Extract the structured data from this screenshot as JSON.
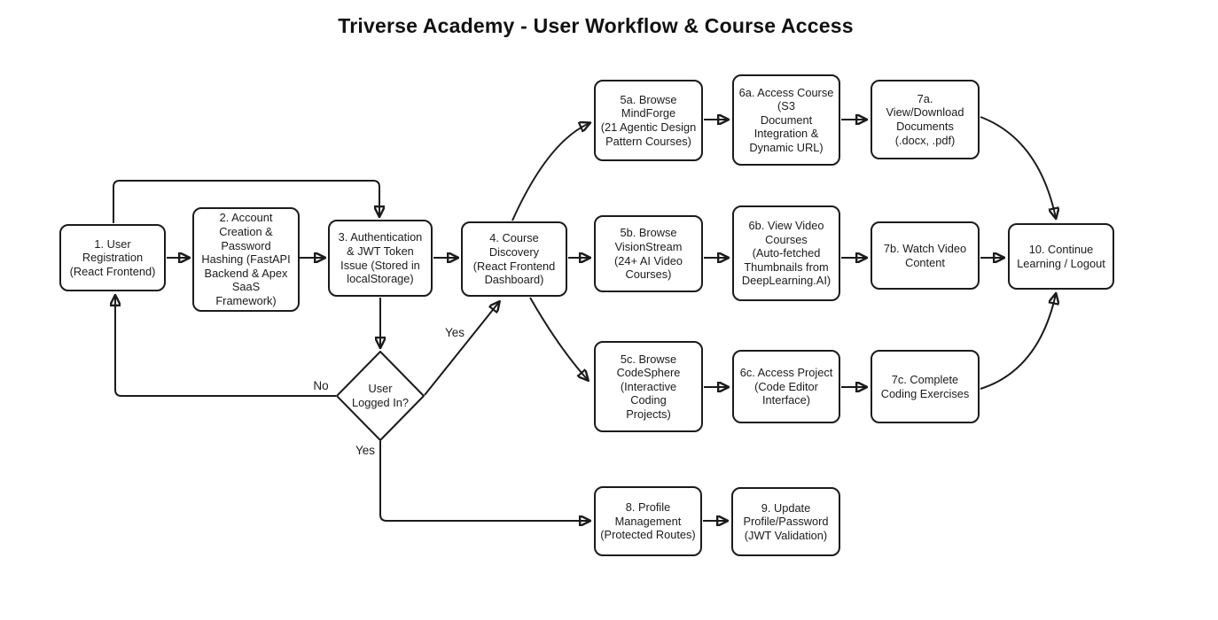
{
  "title": "Triverse Academy - User Workflow & Course Access",
  "diagram": {
    "type": "flowchart",
    "nodes": {
      "n1": {
        "shape": "rounded-rect",
        "label": "1. User\nRegistration\n(React Frontend)"
      },
      "n2": {
        "shape": "rounded-rect",
        "label": "2. Account\nCreation &\nPassword\nHashing (FastAPI\nBackend & Apex\nSaaS\nFramework)"
      },
      "n3": {
        "shape": "rounded-rect",
        "label": "3. Authentication\n& JWT Token\nIssue (Stored in\nlocalStorage)"
      },
      "n4": {
        "shape": "rounded-rect",
        "label": "4. Course\nDiscovery\n(React Frontend\nDashboard)"
      },
      "decision": {
        "shape": "diamond",
        "label": "User\nLogged In?"
      },
      "n5a": {
        "shape": "rounded-rect",
        "label": "5a. Browse\nMindForge\n(21 Agentic Design\nPattern Courses)"
      },
      "n6a": {
        "shape": "rounded-rect",
        "label": "6a. Access Course\n(S3\nDocument\nIntegration &\nDynamic URL)"
      },
      "n7a": {
        "shape": "rounded-rect",
        "label": "7a.\nView/Download\nDocuments\n(.docx, .pdf)"
      },
      "n5b": {
        "shape": "rounded-rect",
        "label": "5b. Browse\nVisionStream\n(24+ AI Video\nCourses)"
      },
      "n6b": {
        "shape": "rounded-rect",
        "label": "6b. View Video\nCourses\n(Auto-fetched\nThumbnails from\nDeepLearning.AI)"
      },
      "n7b": {
        "shape": "rounded-rect",
        "label": "7b. Watch Video\nContent"
      },
      "n5c": {
        "shape": "rounded-rect",
        "label": "5c. Browse\nCodeSphere\n(Interactive\nCoding\nProjects)"
      },
      "n6c": {
        "shape": "rounded-rect",
        "label": "6c. Access Project\n(Code Editor\nInterface)"
      },
      "n7c": {
        "shape": "rounded-rect",
        "label": "7c. Complete\nCoding Exercises"
      },
      "n8": {
        "shape": "rounded-rect",
        "label": "8. Profile\nManagement\n(Protected Routes)"
      },
      "n9": {
        "shape": "rounded-rect",
        "label": "9. Update\nProfile/Password\n(JWT Validation)"
      },
      "n10": {
        "shape": "rounded-rect",
        "label": "10. Continue\nLearning / Logout"
      }
    },
    "edges": [
      {
        "from": "n1",
        "to": "n2"
      },
      {
        "from": "n2",
        "to": "n3"
      },
      {
        "from": "n1",
        "to": "n3"
      },
      {
        "from": "n3",
        "to": "n4"
      },
      {
        "from": "n3",
        "to": "decision"
      },
      {
        "from": "decision",
        "to": "n1",
        "label": "No"
      },
      {
        "from": "decision",
        "to": "n4",
        "label": "Yes"
      },
      {
        "from": "decision",
        "to": "n8",
        "label": "Yes"
      },
      {
        "from": "n4",
        "to": "n5a"
      },
      {
        "from": "n5a",
        "to": "n6a"
      },
      {
        "from": "n6a",
        "to": "n7a"
      },
      {
        "from": "n7a",
        "to": "n10"
      },
      {
        "from": "n4",
        "to": "n5b"
      },
      {
        "from": "n5b",
        "to": "n6b"
      },
      {
        "from": "n6b",
        "to": "n7b"
      },
      {
        "from": "n7b",
        "to": "n10"
      },
      {
        "from": "n4",
        "to": "n5c"
      },
      {
        "from": "n5c",
        "to": "n6c"
      },
      {
        "from": "n6c",
        "to": "n7c"
      },
      {
        "from": "n7c",
        "to": "n10"
      },
      {
        "from": "n8",
        "to": "n9"
      }
    ],
    "edge_labels": {
      "yes_upper": "Yes",
      "no": "No",
      "yes_lower": "Yes"
    }
  },
  "colors": {
    "background": "#ffffff",
    "node_fill": "#ffffff",
    "stroke": "#1b1b1b",
    "text": "#1b1b1b"
  }
}
